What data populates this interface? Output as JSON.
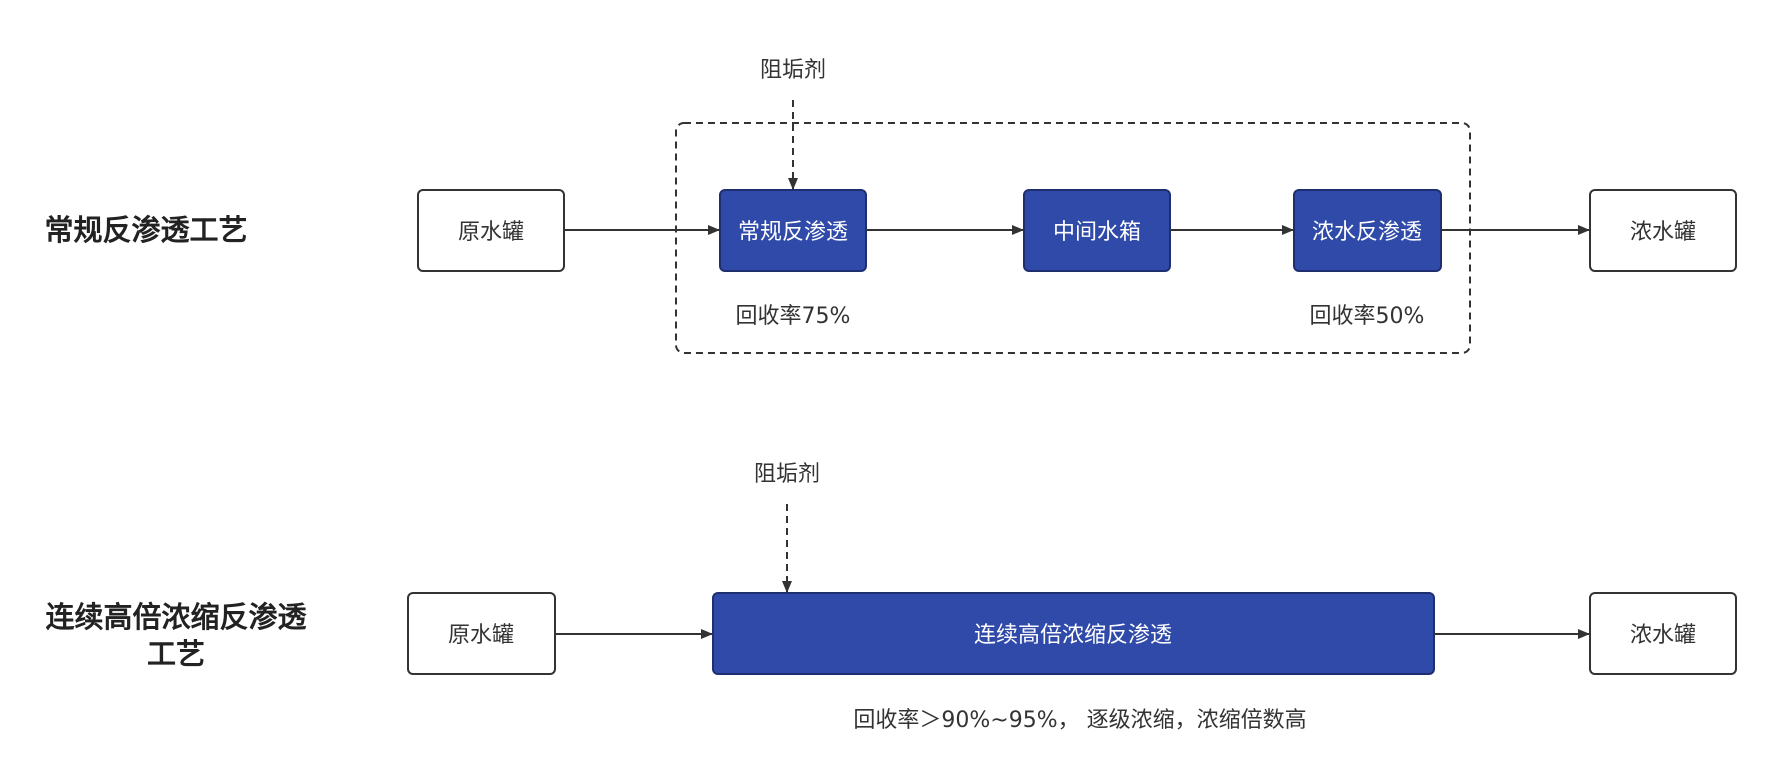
{
  "colors": {
    "process_box": "#2f4aa8",
    "process_text": "#ffffff",
    "line": "#333333",
    "plain_box": "#ffffff"
  },
  "row1": {
    "title": "常规反渗透工艺",
    "additive": "阻垢剂",
    "boxes": {
      "raw_tank": "原水罐",
      "ro": "常规反渗透",
      "mid_tank": "中间水箱",
      "conc_ro": "浓水反渗透",
      "conc_tank": "浓水罐"
    },
    "notes": {
      "ro_recovery": "回收率75%",
      "conc_ro_recovery": "回收率50%"
    }
  },
  "row2": {
    "title_line1": "连续高倍浓缩反渗透",
    "title_line2": "工艺",
    "additive": "阻垢剂",
    "boxes": {
      "raw_tank": "原水罐",
      "ccro": "连续高倍浓缩反渗透",
      "conc_tank": "浓水罐"
    },
    "notes": {
      "summary": "回收率＞90%~95%， 逐级浓缩，浓缩倍数高"
    }
  }
}
